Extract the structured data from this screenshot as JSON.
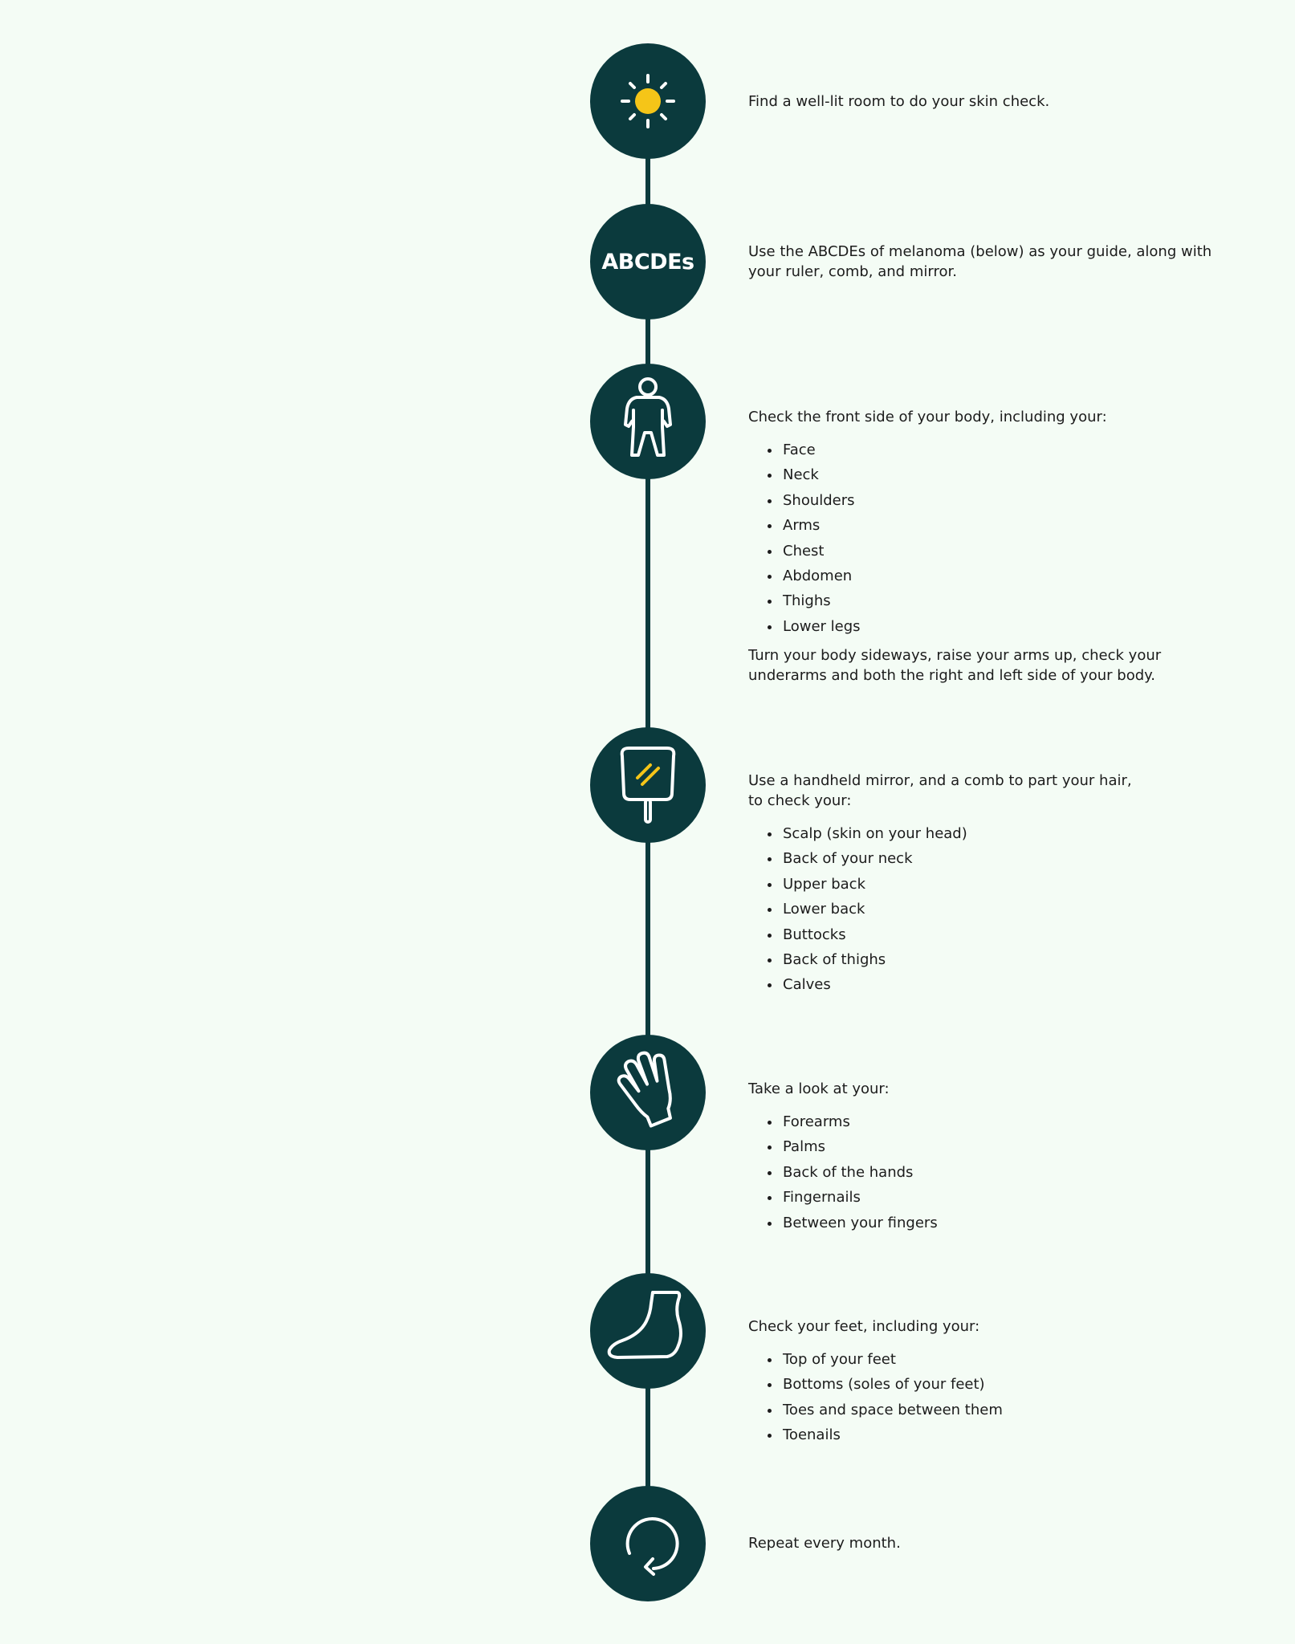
{
  "steps": [
    {
      "icon": "sun-icon",
      "text": "Find a well-lit room to do your skin check."
    },
    {
      "icon": "abcdes-badge",
      "badge_text": "ABCDEs",
      "text": "Use the ABCDEs of melanoma (below) as your guide, along with your ruler, comb, and mirror."
    },
    {
      "icon": "person-icon",
      "intro": "Check the front side of your body, including your:",
      "items": [
        "Face",
        "Neck",
        "Shoulders",
        "Arms",
        "Chest",
        "Abdomen",
        "Thighs",
        "Lower legs"
      ],
      "after": "Turn your body sideways, raise your arms up, check your underarms and both the right and left side of your body."
    },
    {
      "icon": "hand-mirror-icon",
      "intro_line1": "Use a handheld mirror, and a comb to part your hair,",
      "intro_line2": "to check your:",
      "items": [
        "Scalp (skin on your head)",
        "Back of your neck",
        "Upper back",
        "Lower back",
        "Buttocks",
        "Back of thighs",
        "Calves"
      ]
    },
    {
      "icon": "hand-icon",
      "intro": "Take a look at your:",
      "items": [
        "Forearms",
        "Palms",
        "Back of the hands",
        "Fingernails",
        "Between your fingers"
      ]
    },
    {
      "icon": "foot-icon",
      "intro": "Check your feet, including your:",
      "items": [
        "Top of your feet",
        "Bottoms (soles of your feet)",
        "Toes and space between them",
        "Toenails"
      ]
    },
    {
      "icon": "repeat-icon",
      "text": "Repeat every month."
    }
  ],
  "colors": {
    "background": "#f4fcf5",
    "circle": "#0b3a3d",
    "accent_yellow": "#f5c518",
    "text": "#1c1c1c"
  }
}
